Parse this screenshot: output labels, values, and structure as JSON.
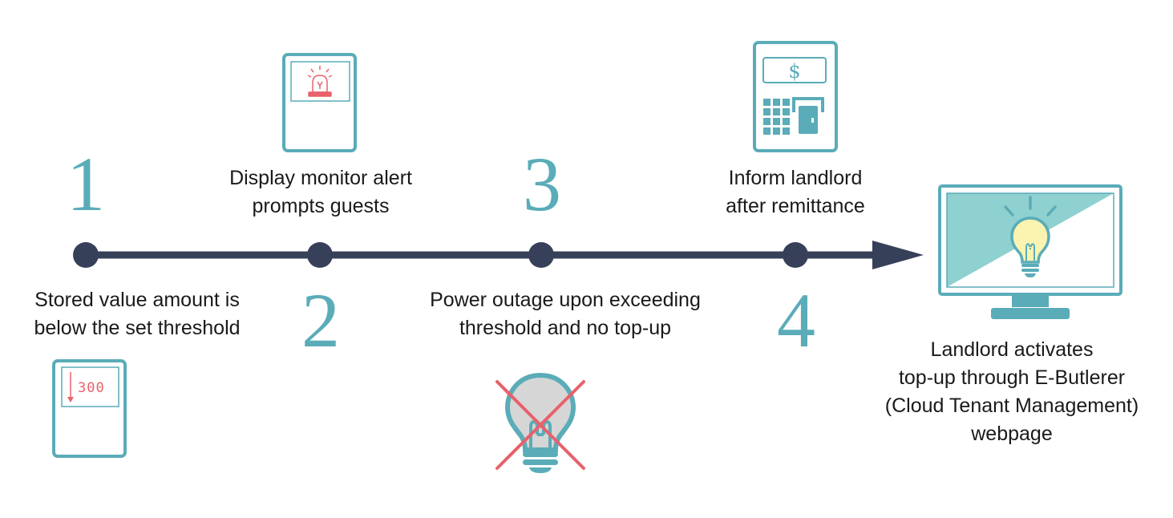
{
  "colors": {
    "timeline": "#364058",
    "accent_teal": "#5aacb8",
    "alert_red": "#e8616b",
    "screen_fill": "#8fd0d0",
    "bulb_yellow": "#fbf3b0",
    "bulb_grey": "#d6d6d6"
  },
  "steps": [
    {
      "number": "1",
      "lines": [
        "Stored value amount is",
        "below the set threshold"
      ],
      "icon": "meter-300-icon",
      "meter_value": "300"
    },
    {
      "number": "2",
      "lines": [
        "Display monitor alert",
        "prompts guests"
      ],
      "icon": "alarm-meter-icon"
    },
    {
      "number": "3",
      "lines": [
        "Power outage upon exceeding",
        "threshold and no top-up"
      ],
      "icon": "crossed-bulb-icon"
    },
    {
      "number": "4",
      "lines": [
        "Inform landlord",
        "after remittance"
      ],
      "icon": "atm-icon",
      "currency_symbol": "$"
    }
  ],
  "final": {
    "lines": [
      "Landlord activates",
      "top-up through E-Butlerer",
      "(Cloud Tenant Management)",
      "webpage"
    ],
    "icon": "monitor-bulb-icon"
  }
}
